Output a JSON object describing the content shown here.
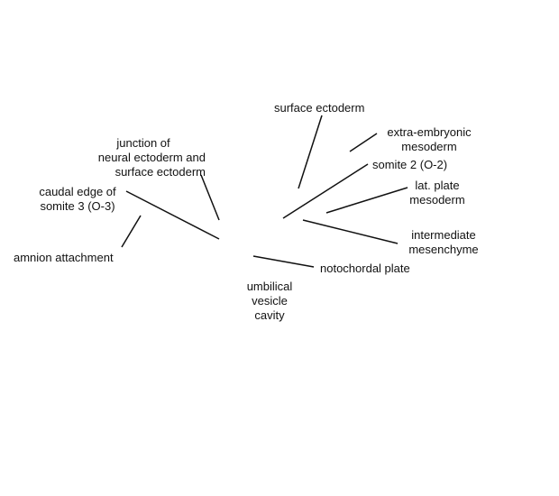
{
  "labels": {
    "surface_ectoderm": "surface ectoderm",
    "extra_embryonic_mesoderm": [
      "extra-embryonic",
      "mesoderm"
    ],
    "somite_2": "somite 2 (O-2)",
    "lat_plate_mesoderm": [
      "lat. plate",
      "mesoderm"
    ],
    "intermediate_mesenchyme": [
      "intermediate",
      "mesenchyme"
    ],
    "notochordal_plate": "notochordal plate",
    "umbilical_vesicle_cavity": [
      "umbilical",
      "vesicle",
      "cavity"
    ],
    "junction": [
      "junction of",
      "neural ectoderm and",
      "surface ectoderm"
    ],
    "caudal_edge": [
      "caudal edge of",
      "somite 3 (O-3)"
    ],
    "amnion_attachment": "amnion attachment"
  },
  "colors": {
    "background": "#ffffff",
    "text": "#111111",
    "leader_line": "#111111"
  }
}
